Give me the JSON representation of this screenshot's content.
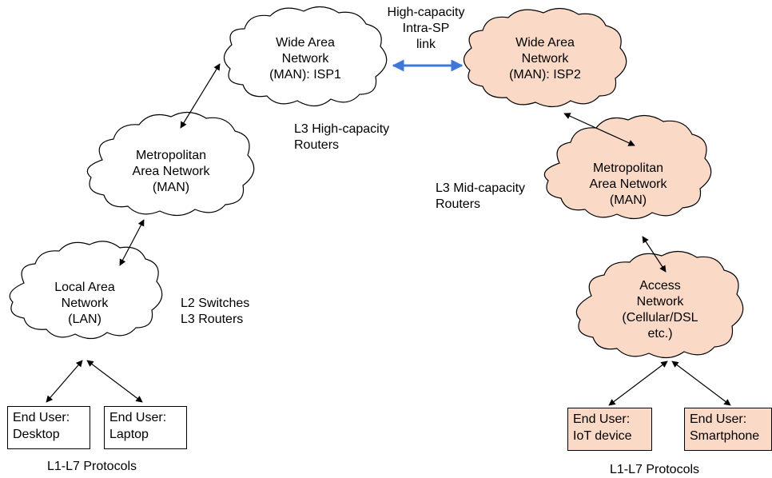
{
  "colors": {
    "cloud_left_fill": "#ffffff",
    "cloud_right_fill": "#fad9c7",
    "stroke": "#000000",
    "intra_sp_link": "#3d78d8"
  },
  "clouds": {
    "wan_isp1": {
      "lines": [
        "Wide Area",
        "Network",
        "(MAN): ISP1"
      ]
    },
    "wan_isp2": {
      "lines": [
        "Wide Area",
        "Network",
        "(MAN): ISP2"
      ]
    },
    "man_left": {
      "lines": [
        "Metropolitan",
        "Area Network",
        "(MAN)"
      ]
    },
    "man_right": {
      "lines": [
        "Metropolitan",
        "Area Network",
        "(MAN)"
      ]
    },
    "lan": {
      "lines": [
        "Local Area",
        "Network",
        "(LAN)"
      ]
    },
    "access": {
      "lines": [
        "Access",
        "Network",
        "(Cellular/DSL",
        "etc.)"
      ]
    }
  },
  "annotations": {
    "intra_sp_link": [
      "High-capacity",
      "Intra-SP",
      "link"
    ],
    "l3_high": [
      "L3 High-capacity",
      "Routers"
    ],
    "l3_mid": [
      "L3 Mid-capacity",
      "Routers"
    ],
    "l2_l3": [
      "L2 Switches",
      "L3 Routers"
    ],
    "protocols_left": "L1-L7 Protocols",
    "protocols_right": "L1-L7 Protocols"
  },
  "end_users": {
    "desktop": [
      "End User:",
      "Desktop"
    ],
    "laptop": [
      "End User:",
      "Laptop"
    ],
    "iot": [
      "End User:",
      "IoT device"
    ],
    "smartphone": [
      "End User:",
      "Smartphone"
    ]
  }
}
